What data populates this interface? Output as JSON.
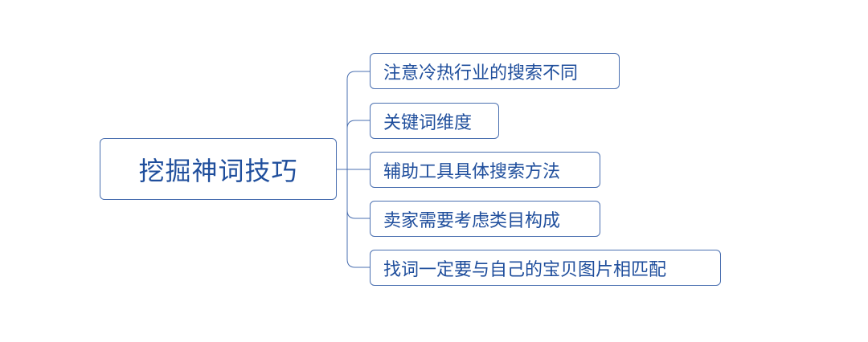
{
  "mindmap": {
    "root": {
      "label": "挖掘神词技巧"
    },
    "branches": [
      {
        "label": "注意冷热行业的搜索不同"
      },
      {
        "label": "关键词维度"
      },
      {
        "label": "辅助工具具体搜索方法"
      },
      {
        "label": "卖家需要考虑类目构成"
      },
      {
        "label": "找词一定要与自己的宝贝图片相匹配"
      }
    ]
  },
  "colors": {
    "line": "#4a6fb0",
    "text": "#1f4e9c",
    "background": "#ffffff"
  }
}
